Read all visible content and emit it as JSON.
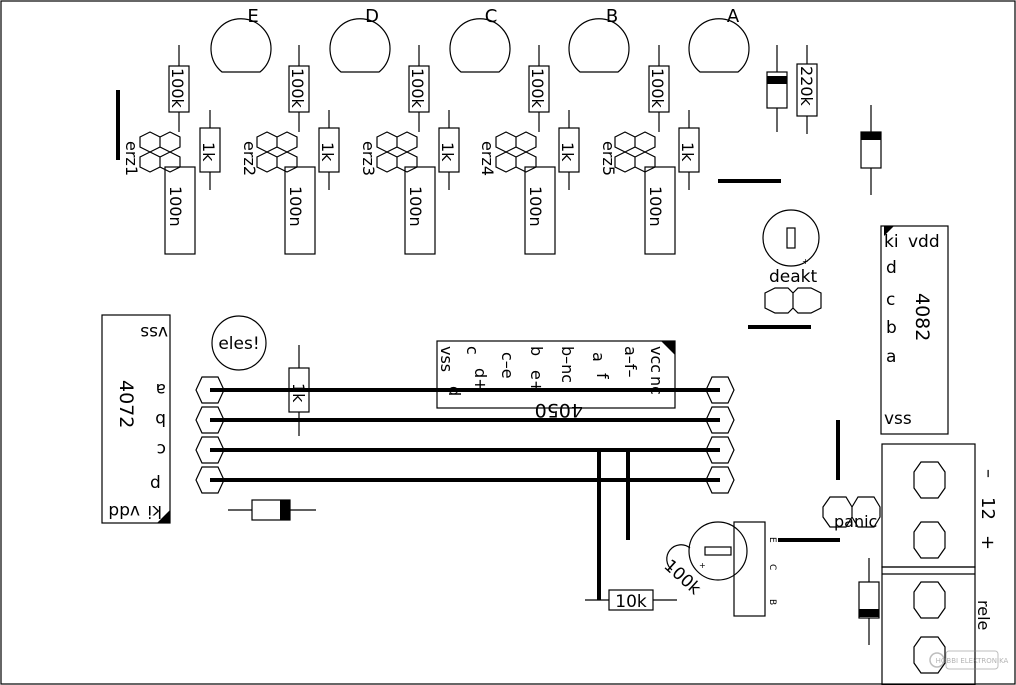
{
  "inputs": [
    "E",
    "D",
    "C",
    "B",
    "A"
  ],
  "r100k": "100k",
  "r1k": "1k",
  "cap100n": "100n",
  "erz": [
    "erz1",
    "erz2",
    "erz3",
    "erz4",
    "erz5"
  ],
  "r220k": "220k",
  "deakt": "deakt",
  "ic4082": {
    "name": "4082",
    "pins": [
      "ki",
      "vdd",
      "d",
      "c",
      "b",
      "a",
      "vss"
    ]
  },
  "ic4072": {
    "name": "4072",
    "pins": [
      "vss",
      "a",
      "b",
      "c",
      "d",
      "ki",
      "vdd"
    ]
  },
  "ic4050": {
    "name": "4050",
    "pins": [
      "vss",
      "d",
      "c",
      "d+",
      "c–e",
      "b",
      "e+",
      "b–nc",
      "a",
      "f",
      "a–f–",
      "vcc",
      "nc"
    ]
  },
  "eles": "eles!",
  "r1k_mid": "1k",
  "r10k": "10k",
  "r100k_mid": "100k",
  "transistor": [
    "B",
    "C",
    "E"
  ],
  "panic": "panic",
  "power": {
    "minus": "–",
    "voltage": "12",
    "plus": "+"
  },
  "rele": "rele",
  "logo": "HOBBI ELEKTRONIKA"
}
